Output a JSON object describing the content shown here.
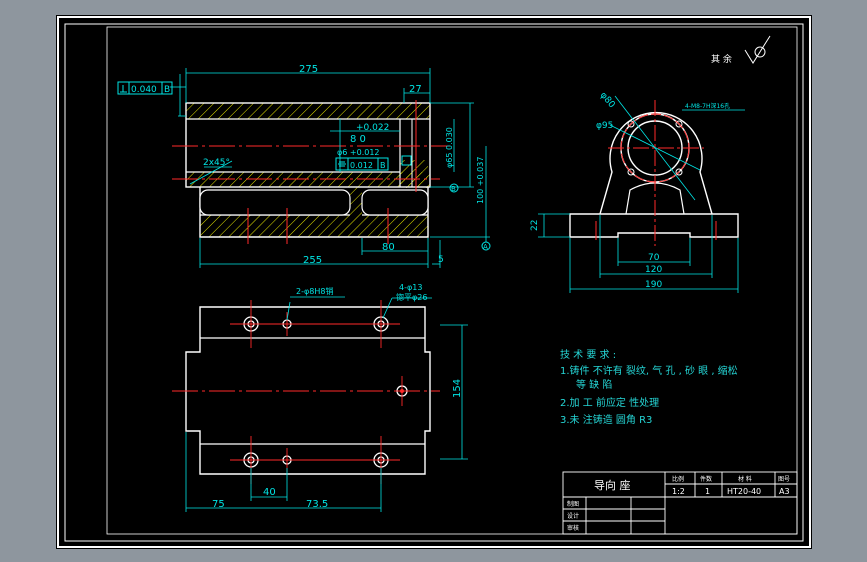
{
  "colors": {
    "background": "#000000",
    "frame": "#ffffff",
    "dimension": "#00e5e5",
    "centerline": "#ff2a2a",
    "hatch": "#e6e600",
    "text_cyan": "#25d6d6",
    "viewport": "#8e969e"
  },
  "roughness_label": "其 余",
  "front_view": {
    "dim_275": "275",
    "dim_27": "27",
    "dim_255": "255",
    "dim_80": "80",
    "dim_5": "5",
    "perp_tol": "0.040",
    "perp_ref": "B",
    "chamfer": "2x45°",
    "hole_tol": "+0.022",
    "hole_dim": "8  0",
    "bore_tol": "φ6 +0.012",
    "sym_tol": "0.012",
    "sym_ref": "B",
    "bore_d1": "φ65 0.030",
    "bore_d2": "100 +0.037",
    "datum_a": "A",
    "datum_b": "B"
  },
  "side_view": {
    "dia_80": "φ80",
    "dia_95": "φ95",
    "thread": "4-M8-7H深16孔",
    "dim_22": "22",
    "dim_70": "70",
    "dim_120": "120",
    "dim_190": "190"
  },
  "top_view": {
    "pin_holes": "2-φ8H8销",
    "bolt_holes": "4-φ13",
    "counterbore": "锪平φ26",
    "dim_154": "154",
    "dim_40": "40",
    "dim_75": "75",
    "dim_73_5": "73.5"
  },
  "notes": {
    "title": "技 术 要 求 :",
    "line1": "1.铸件 不许有 裂纹, 气 孔 , 砂 眼 , 缩松",
    "line1b": "等 缺 陷",
    "line2": "2.加 工 前应定 性处理",
    "line3": "3.未 注铸造 圆角 R3"
  },
  "title_block": {
    "part_name": "导向 座",
    "hdr_1": "比例",
    "hdr_2": "件数",
    "hdr_3": "材 料",
    "hdr_4": "图号",
    "val_1": "1:2",
    "val_2": "1",
    "val_3": "HT20-40",
    "val_4": "A3",
    "row_draw": "制图",
    "row_design": "设计",
    "row_check": "审核"
  }
}
